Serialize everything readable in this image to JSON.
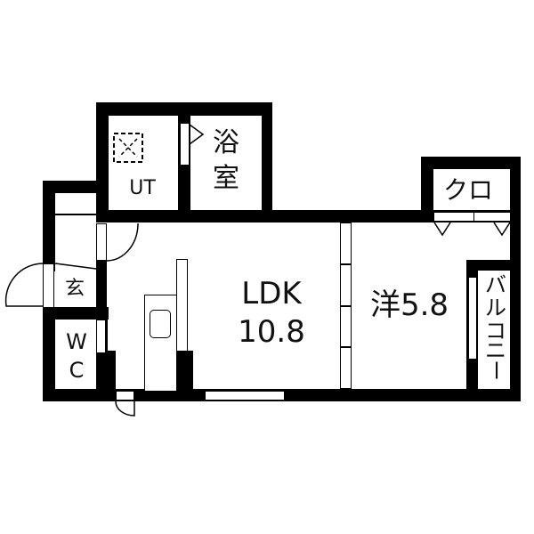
{
  "floorplan": {
    "rooms": {
      "ut": {
        "label": "UT"
      },
      "bath": {
        "line1": "浴",
        "line2": "室"
      },
      "closet": {
        "label": "クロ"
      },
      "entrance": {
        "label": "玄"
      },
      "wc": {
        "line1": "W",
        "line2": "C"
      },
      "ldk": {
        "name": "LDK",
        "size": "10.8"
      },
      "western": {
        "label": "洋5.8"
      },
      "balcony": {
        "chars": [
          "バ",
          "ル",
          "コ",
          "ニ",
          "ー"
        ]
      }
    },
    "colors": {
      "wall": "#000000",
      "background": "#ffffff"
    }
  }
}
